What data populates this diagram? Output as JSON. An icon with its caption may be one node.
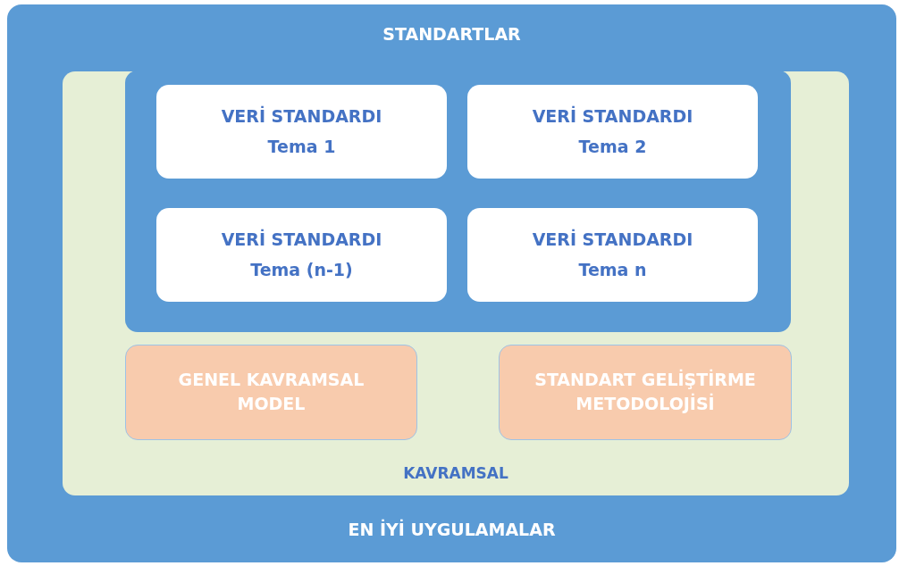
{
  "diagram": {
    "nodes": [
      {
        "text": [
          "STANDARTLAR",
          "EN İYİ UYGULAMALAR"
        ]
      },
      {
        "text": [
          "KAVRAMSAL"
        ],
        "in": 0
      },
      {
        "text": [],
        "shape": "box",
        "in": 1
      },
      {
        "text": [
          "VERİ STANDARDI",
          "Tema 1"
        ],
        "in": 2
      },
      {
        "text": [
          "VERİ STANDARDI",
          "Tema 2"
        ],
        "in": 2
      },
      {
        "text": [
          "VERİ STANDARDI",
          "Tema (n-1)"
        ],
        "in": 2
      },
      {
        "text": [
          "VERİ STANDARDI",
          "Tema n"
        ],
        "in": 2
      },
      {
        "text": [
          "GENEL KAVRAMSAL MODEL"
        ],
        "in": 1
      },
      {
        "text": [
          "STANDART GELİŞTİRME METODOLOJİSİ"
        ],
        "in": 1
      }
    ]
  }
}
